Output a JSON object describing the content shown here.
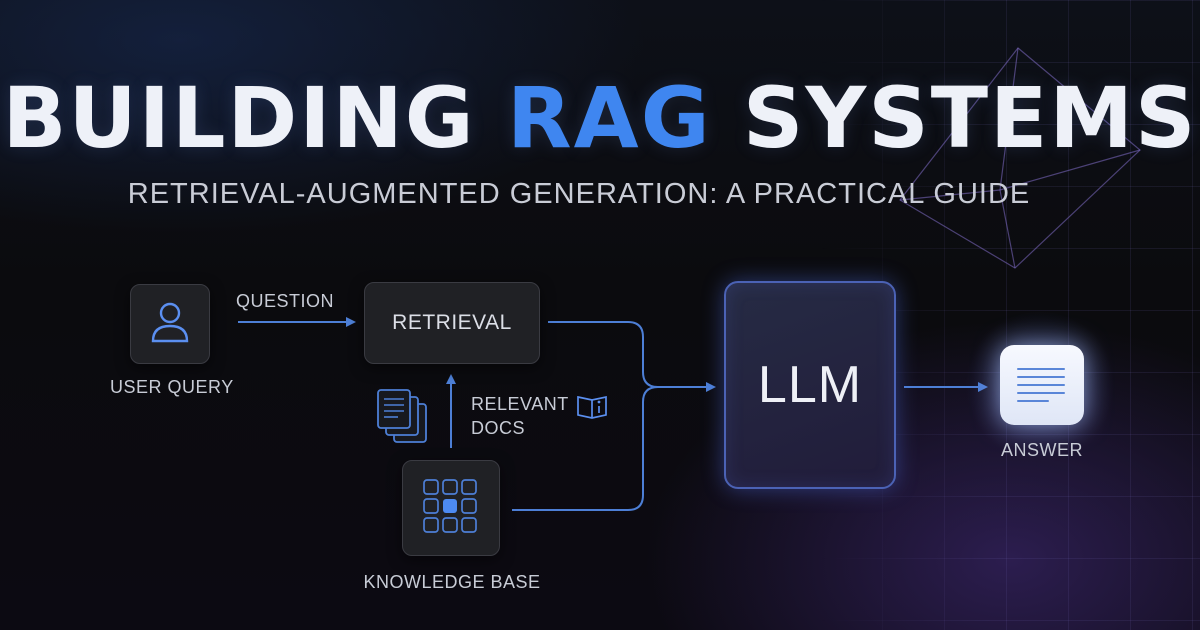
{
  "title": {
    "part1": "BUILDING ",
    "accent": "RAG",
    "part2": " SYSTEMS"
  },
  "subtitle": "RETRIEVAL-AUGMENTED GENERATION: A PRACTICAL GUIDE",
  "nodes": {
    "user_query": "USER QUERY",
    "retrieval": "RETRIEVAL",
    "knowledge_base": "KNOWLEDGE BASE",
    "llm": "LLM",
    "answer": "ANSWER"
  },
  "edges": {
    "question": "QUESTION",
    "relevant_docs_line1": "RELEVANT",
    "relevant_docs_line2": "DOCS"
  },
  "colors": {
    "accent": "#3f86f0",
    "connector": "#4d7fd6",
    "llm_border": "#4b62b5",
    "background": "#0b0b0e"
  },
  "icons": [
    "user-icon",
    "documents-icon",
    "book-info-icon",
    "grid-database-icon",
    "answer-document-icon"
  ]
}
